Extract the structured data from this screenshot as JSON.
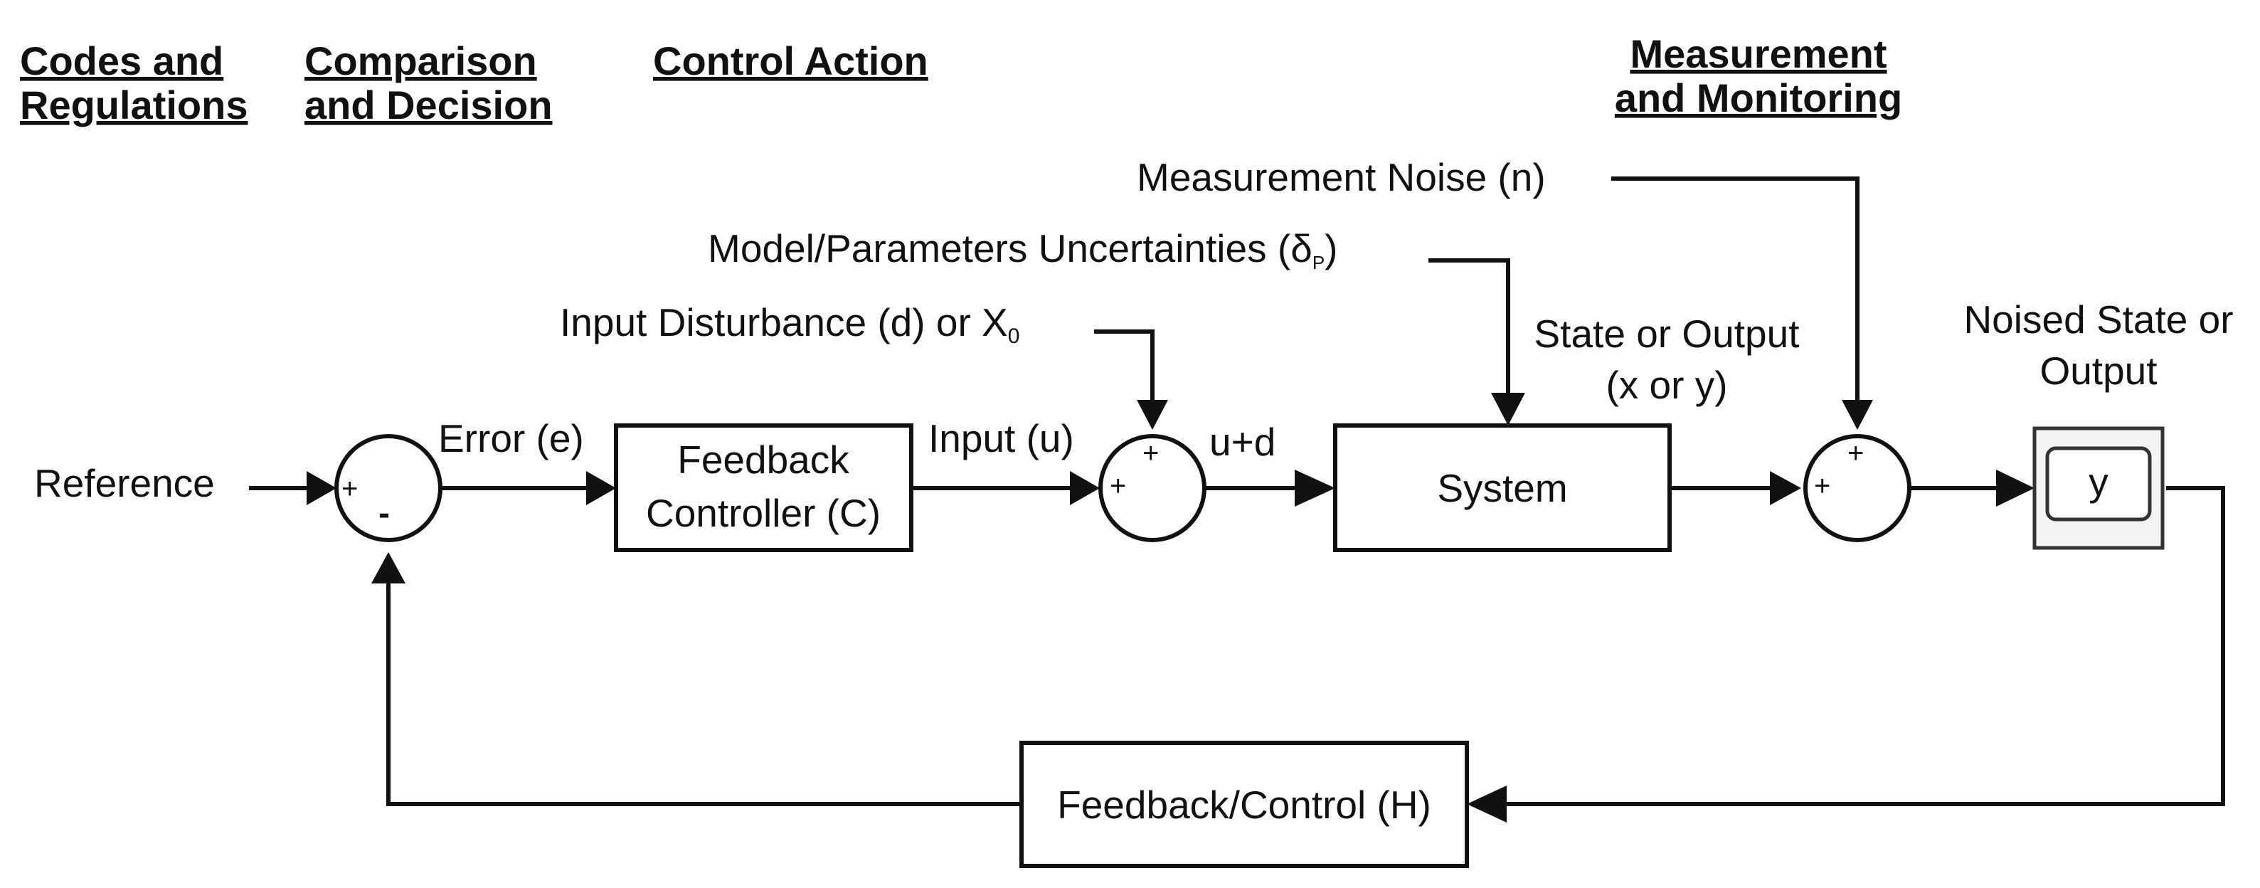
{
  "headers": {
    "codes": [
      "Codes and",
      "Regulations"
    ],
    "comparison": [
      "Comparison",
      "and Decision"
    ],
    "control": "Control Action",
    "measurement": [
      "Measurement",
      "and Monitoring"
    ]
  },
  "signals": {
    "reference": "Reference",
    "error": "Error (e)",
    "input": "Input (u)",
    "u_plus_d": "u+d",
    "input_disturbance": "Input Disturbance (d) or X",
    "input_disturbance_sub": "0",
    "model_uncertainty": "Model/Parameters Uncertainties  (δ",
    "model_uncertainty_sub": "P",
    "model_uncertainty_close": ")",
    "measurement_noise": "Measurement Noise (n)",
    "state_output": [
      "State or Output",
      "(x or y)"
    ],
    "noised_state": [
      "Noised State or",
      "Output"
    ]
  },
  "blocks": {
    "controller": [
      "Feedback",
      "Controller (C)"
    ],
    "system": "System",
    "feedback": "Feedback/Control (H)",
    "scope": "y"
  },
  "sums": {
    "plus": "+",
    "minus": "-"
  }
}
